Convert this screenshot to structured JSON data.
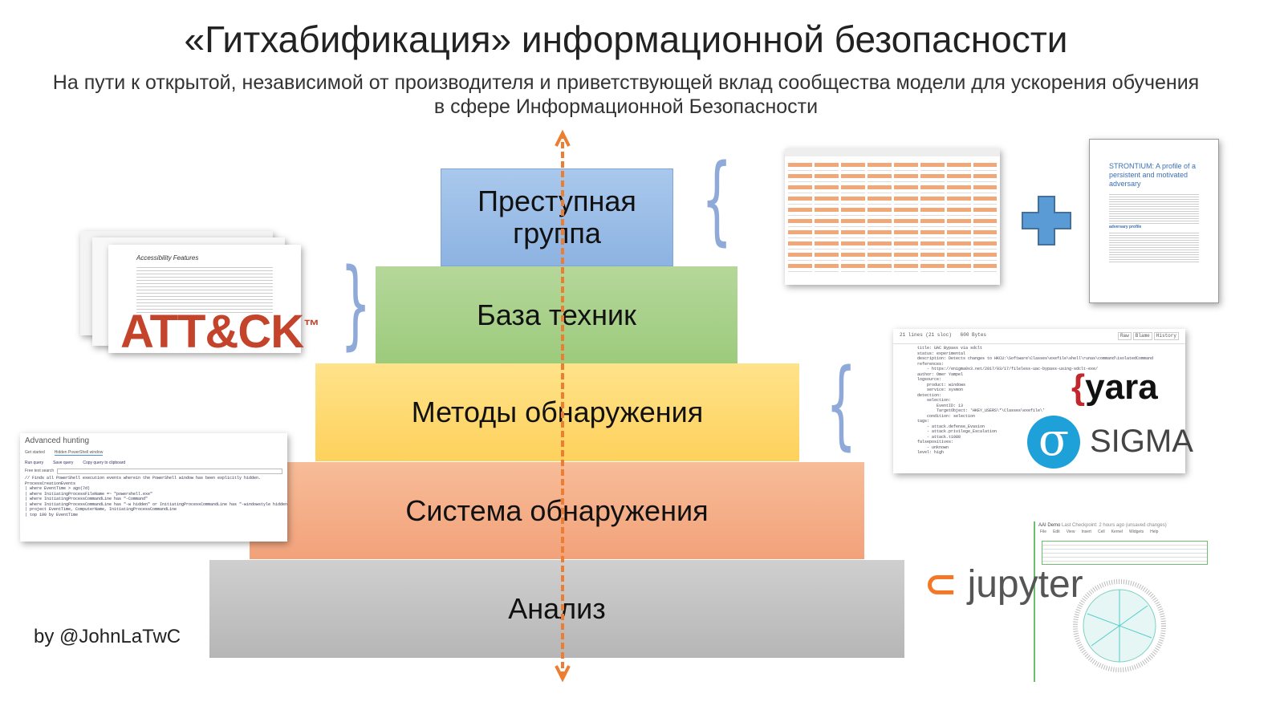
{
  "title": "«Гитхабификация» информационной безопасности",
  "subtitle": "На пути к открытой, независимой от производителя и приветствующей вклад сообщества модели для ускорения обучения в сфере Информационной Безопасности",
  "pyramid": [
    {
      "label": "Преступная группа",
      "color": "#9dc3e6"
    },
    {
      "label": "База техник",
      "color": "#a9d18e"
    },
    {
      "label": "Методы обнаружения",
      "color": "#ffd966"
    },
    {
      "label": "Система обнаружения",
      "color": "#f4b183"
    },
    {
      "label": "Анализ",
      "color": "#bfbfbf"
    }
  ],
  "arrow_color": "#ed7d31",
  "attack": {
    "logo": "ATT&CK",
    "tm": "™",
    "page_title": "Accessibility Features"
  },
  "strontium": {
    "title": "STRONTIUM: A profile of a persistent and motivated adversary",
    "section": "adversary profile"
  },
  "hunting": {
    "title": "Advanced hunting",
    "tabs": [
      "Get started",
      "Hidden PowerShell window"
    ],
    "buttons": [
      "Run query",
      "Save query",
      "Copy query to clipboard"
    ],
    "search_label": "Free text search",
    "code": [
      "// Finds all PowerShell execution events wherein the PowerShell window has been explicitly hidden.",
      "ProcessCreationEvents",
      "| where EventTime > ago(7d)",
      "| where InitiatingProcessFileName =~ \"powershell.exe\"",
      "| where InitiatingProcessCommandLine has \"-Command\"",
      "| where InitiatingProcessCommandLine has \"-w hidden\" or InitiatingProcessCommandLine has \"-windowstyle hidden\"",
      "| project EventTime, ComputerName, InitiatingProcessCommandLine",
      "| top 100 by EventTime"
    ]
  },
  "sigma": {
    "header": "21 lines (21 sloc)   600 Bytes",
    "buttons": [
      "Raw",
      "Blame",
      "History"
    ],
    "code": [
      "title: UAC Bypass via sdclt",
      "status: experimental",
      "description: Detects changes to HKCU:\\Software\\Classes\\exefile\\shell\\runas\\command\\isolatedCommand",
      "references:",
      "    - https://enigma0x3.net/2017/03/17/fileless-uac-bypass-using-sdclt-exe/",
      "author: Omer Yampel",
      "logsource:",
      "    product: windows",
      "    service: sysmon",
      "detection:",
      "    selection:",
      "        EventID: 13",
      "        TargetObject: 'HKEY_USERS\\*\\Classes\\exefile\\'",
      "    condition: selection",
      "tags:",
      "    - attack.defense_Evasion",
      "    - attack.privilege_Escalation",
      "    - attack.t1088",
      "falsepositives:",
      "    - unknown",
      "level: high"
    ],
    "yara_logo": "yara",
    "sigma_logo": "SIGMA"
  },
  "jupyter": {
    "logo": "jupyter",
    "notebook": "AAI Demo",
    "checkpoint": "Last Checkpoint: 2 hours ago (unsaved changes)",
    "menu": [
      "File",
      "Edit",
      "View",
      "Insert",
      "Cell",
      "Kernel",
      "Widgets",
      "Help"
    ]
  },
  "author": "by @JohnLaTwC"
}
